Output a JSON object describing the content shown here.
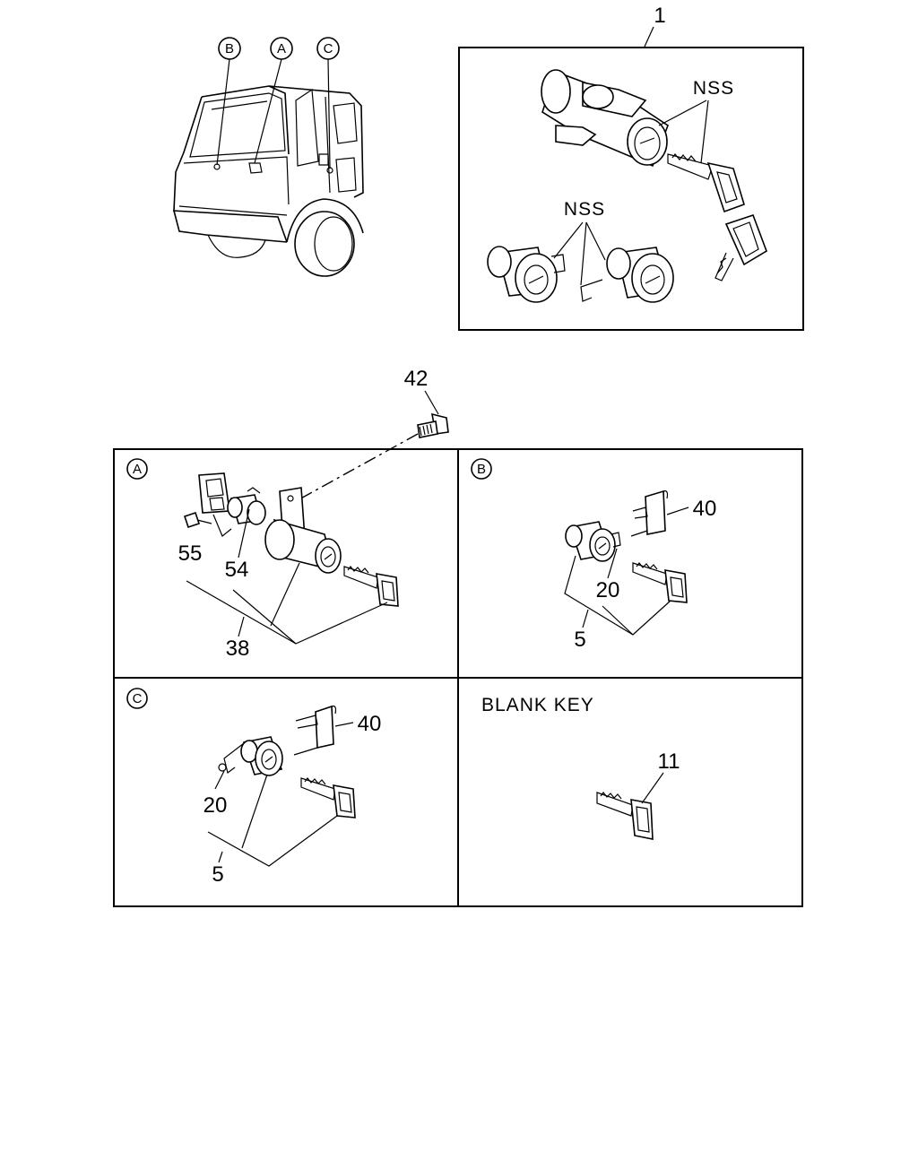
{
  "diagram": {
    "callouts": {
      "truck_b": "B",
      "truck_a": "A",
      "truck_c": "C",
      "kit": "1",
      "nss_top": "NSS",
      "nss_bottom": "NSS",
      "bolt": "42",
      "a_55": "55",
      "a_54": "54",
      "a_38": "38",
      "b_40": "40",
      "b_20": "20",
      "b_5": "5",
      "c_40": "40",
      "c_20": "20",
      "c_5": "5",
      "blank_11": "11"
    },
    "panels": {
      "a_tag": "A",
      "b_tag": "B",
      "c_tag": "C",
      "blank_title": "BLANK KEY"
    }
  }
}
